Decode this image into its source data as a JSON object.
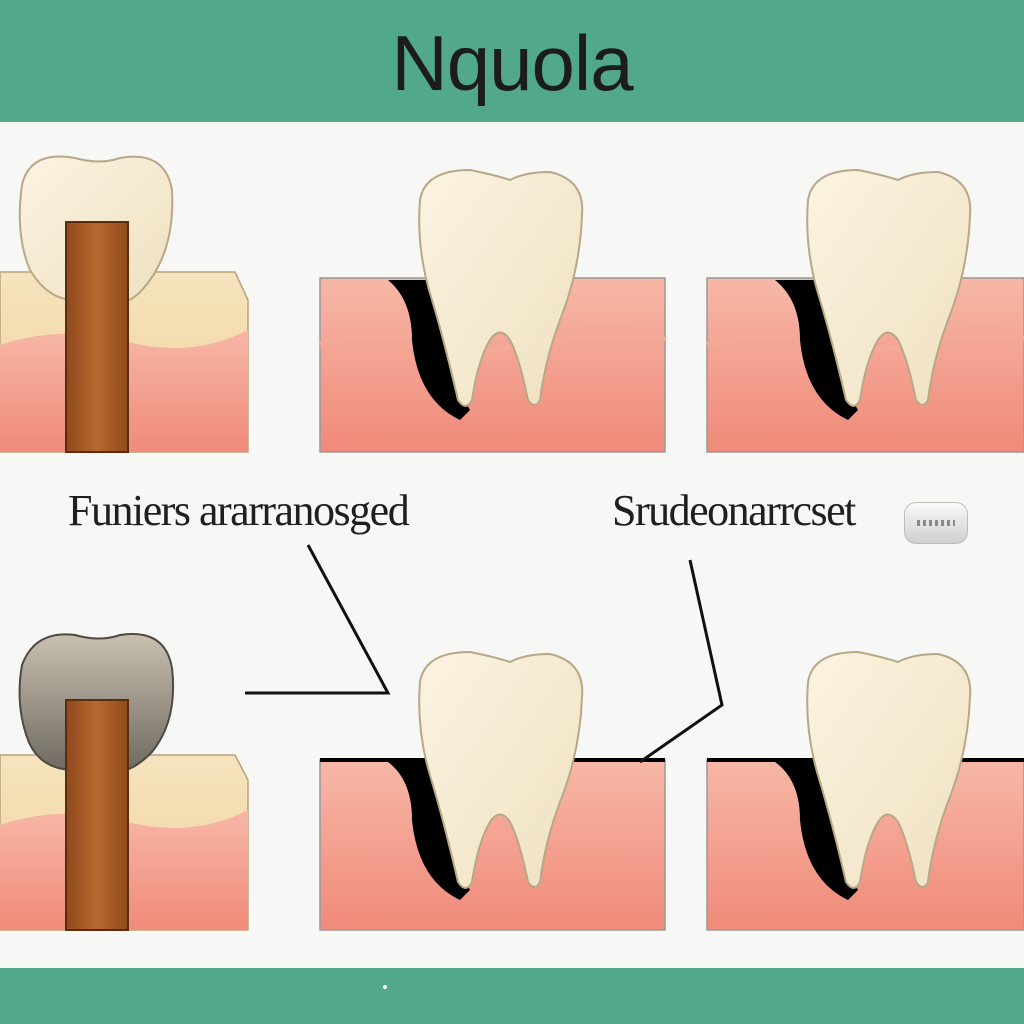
{
  "header": {
    "title": "Nquola"
  },
  "labels": {
    "left": "Funiers ararranosged",
    "right": "Srudeonarrcset"
  },
  "colors": {
    "header_band": "#52a88a",
    "gum": "#f2988a",
    "bone": "#f4dcae",
    "tooth": "#f6ecd6",
    "post": "#b0602a",
    "pocket": "#000000"
  }
}
